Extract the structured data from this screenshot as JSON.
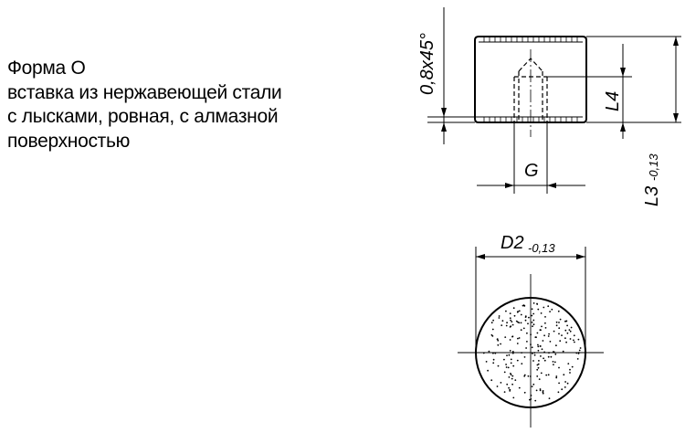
{
  "description": {
    "lines": [
      "Форма O",
      "вставка из нержавеющей стали",
      "с лысками, ровная, с алмазной",
      "поверхностью"
    ]
  },
  "dimensions": {
    "chamfer": "0,8x45°",
    "l4": "L4",
    "l3": "L3",
    "l3_tolerance": "-0,13",
    "g": "G",
    "d2": "D2",
    "d2_tolerance": "-0,13"
  }
}
